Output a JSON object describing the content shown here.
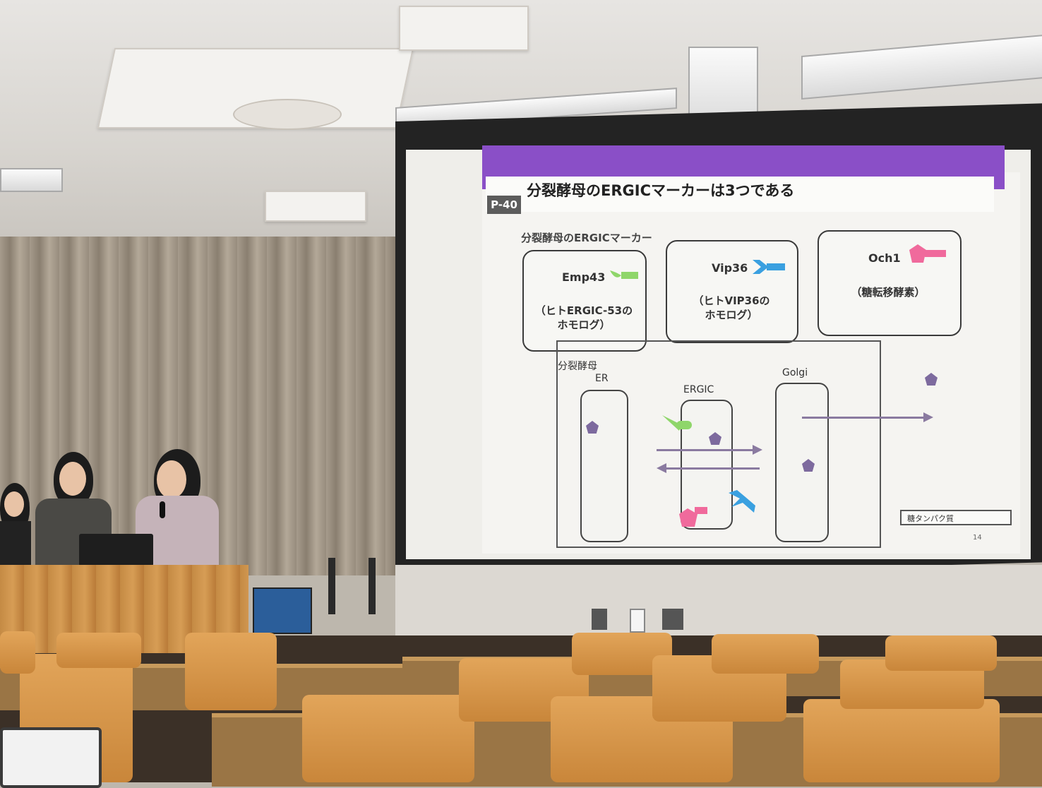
{
  "slide": {
    "number": "P-40",
    "title": "分裂酵母のERGICマーカーは3つである",
    "subtitle": "分裂酵母のERGICマーカー",
    "markers": [
      {
        "name": "Emp43",
        "desc_line1": "（ヒトERGIC-53の",
        "desc_line2": "ホモログ）",
        "color": "#8fd66a"
      },
      {
        "name": "Vip36",
        "desc_line1": "（ヒトVIP36の",
        "desc_line2": "ホモログ）",
        "color": "#3aa0e0"
      },
      {
        "name": "Och1",
        "desc_line1": "（糖転移酵素）",
        "desc_line2": "",
        "color": "#f06a9c"
      }
    ],
    "diagram": {
      "cell_label": "分裂酵母",
      "er_label": "ER",
      "ergic_label": "ERGIC",
      "golgi_label": "Golgi"
    },
    "legend": "糖タンパク質",
    "page_number": "14"
  },
  "colors": {
    "header_purple": "#8a4fc7",
    "glycoprotein": "#7d6a9e",
    "arrow": "#8a7aa0"
  }
}
